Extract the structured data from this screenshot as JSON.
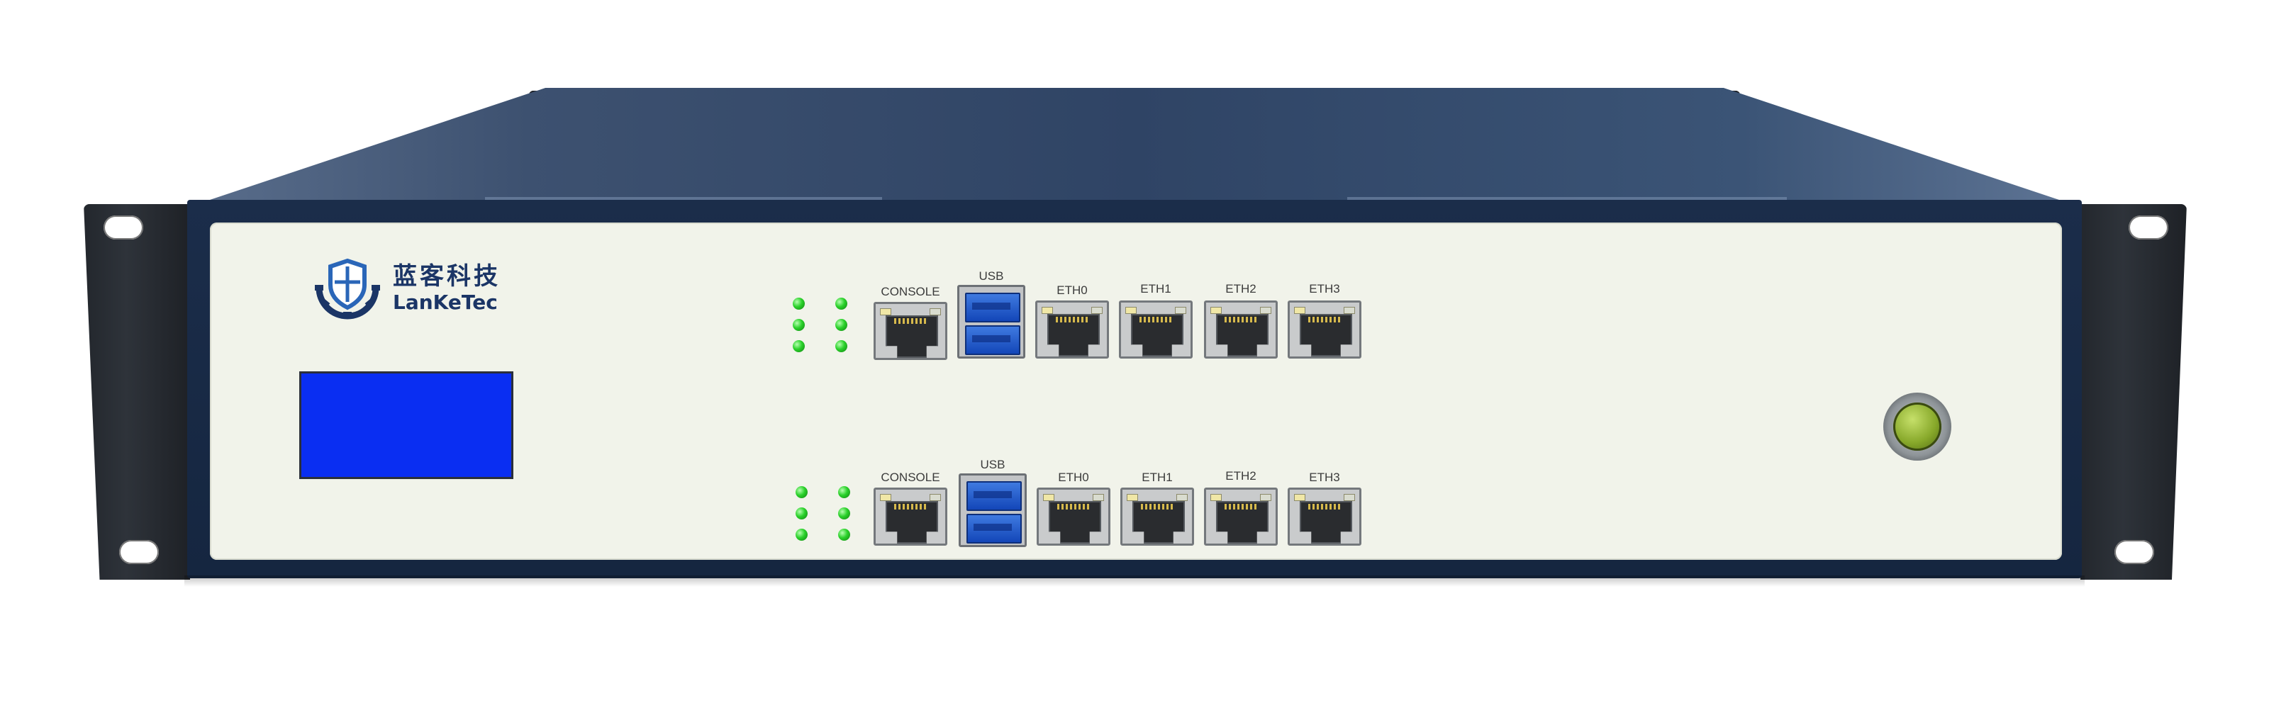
{
  "brand": {
    "name_cn": "蓝客科技",
    "name_en": "LanKeTec"
  },
  "icons": {
    "logo": "shield-gear-logo-icon",
    "power": "power-button-icon",
    "led": "status-led-icon"
  },
  "colors": {
    "cover": "#2f4465",
    "bezel": "#1b2d4a",
    "panel": "#f1f3ea",
    "lcd": "#0a2ef2",
    "led": "#2ad12a",
    "usb": "#1e5ad0",
    "power": "#87a82a"
  },
  "port_rows": [
    {
      "console": "CONSOLE",
      "usb": "USB",
      "eth": [
        "ETH0",
        "ETH1",
        "ETH2",
        "ETH3"
      ]
    },
    {
      "console": "CONSOLE",
      "usb": "USB",
      "eth": [
        "ETH0",
        "ETH1",
        "ETH2",
        "ETH3"
      ]
    }
  ]
}
